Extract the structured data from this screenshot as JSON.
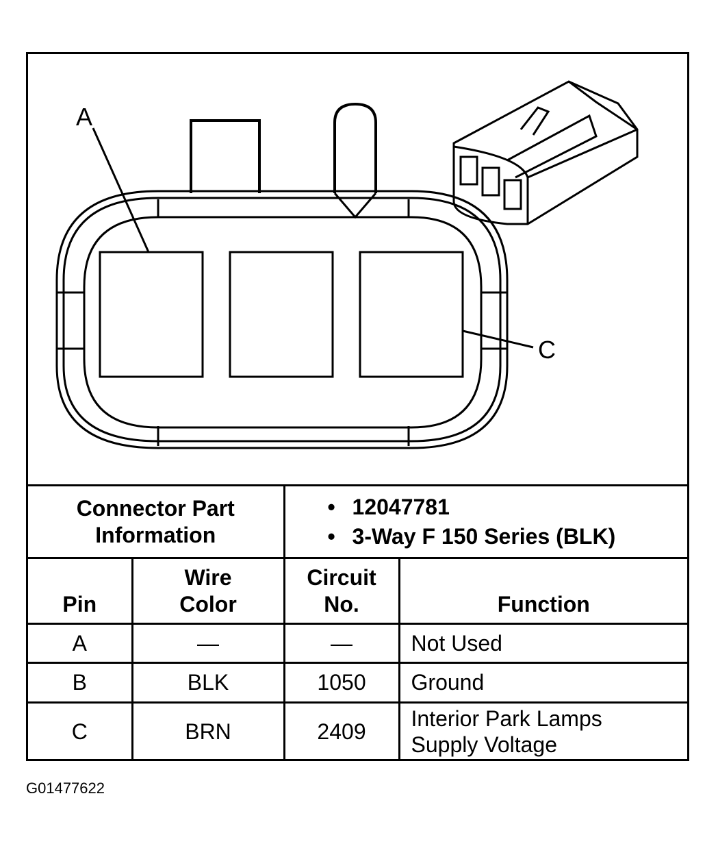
{
  "diagram": {
    "label_a": "A",
    "label_c": "C"
  },
  "connector_info": {
    "heading_line1": "Connector Part",
    "heading_line2": "Information",
    "part_number": "12047781",
    "description": "3-Way F 150 Series (BLK)",
    "bullet": "•"
  },
  "table": {
    "headers": {
      "pin": "Pin",
      "wire_line1": "Wire",
      "wire_line2": "Color",
      "circuit_line1": "Circuit",
      "circuit_line2": "No.",
      "function": "Function"
    },
    "rows": [
      {
        "pin": "A",
        "wire": "—",
        "circuit": "—",
        "function": "Not Used",
        "function2": ""
      },
      {
        "pin": "B",
        "wire": "BLK",
        "circuit": "1050",
        "function": "Ground",
        "function2": ""
      },
      {
        "pin": "C",
        "wire": "BRN",
        "circuit": "2409",
        "function": "Interior Park Lamps",
        "function2": "Supply Voltage"
      }
    ]
  },
  "figure_id": "G01477622"
}
